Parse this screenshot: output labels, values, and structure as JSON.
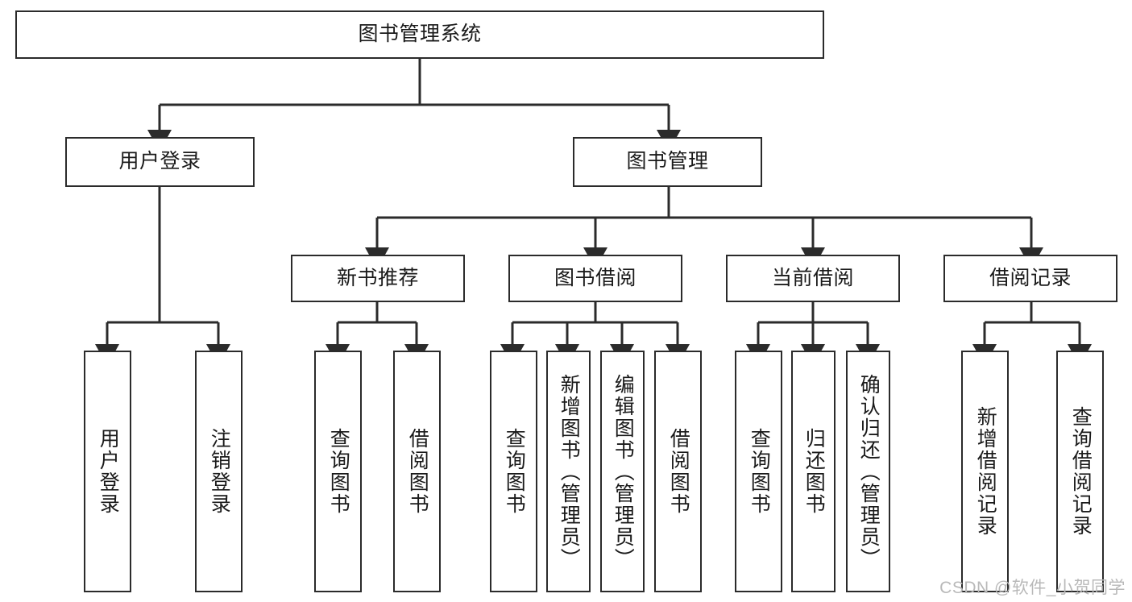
{
  "diagram": {
    "title": "图书管理系统",
    "type": "tree-hierarchy",
    "watermark": "CSDN @软件_小贺同学",
    "stroke_color": "#2b2b2b",
    "fill_color": "#ffffff",
    "text_color": "#1a1a1a",
    "watermark_color": "#b9b9b9"
  },
  "nodes": {
    "root": {
      "label": "图书管理系统"
    },
    "level2": [
      {
        "label": "用户登录"
      },
      {
        "label": "图书管理"
      }
    ],
    "level3": [
      {
        "label": "新书推荐"
      },
      {
        "label": "图书借阅"
      },
      {
        "label": "当前借阅"
      },
      {
        "label": "借阅记录"
      }
    ],
    "leaves": {
      "user_login": [
        {
          "label": "用户登录"
        },
        {
          "label": "注销登录"
        }
      ],
      "new_book_recommend": [
        {
          "label": "查询图书"
        },
        {
          "label": "借阅图书"
        }
      ],
      "book_borrow": [
        {
          "label": "查询图书"
        },
        {
          "label": "新增图书（管理员）"
        },
        {
          "label": "编辑图书（管理员）"
        },
        {
          "label": "借阅图书"
        }
      ],
      "current_borrow": [
        {
          "label": "查询图书"
        },
        {
          "label": "归还图书"
        },
        {
          "label": "确认归还（管理员）"
        }
      ],
      "borrow_record": [
        {
          "label": "新增借阅记录"
        },
        {
          "label": "查询借阅记录"
        }
      ]
    }
  }
}
